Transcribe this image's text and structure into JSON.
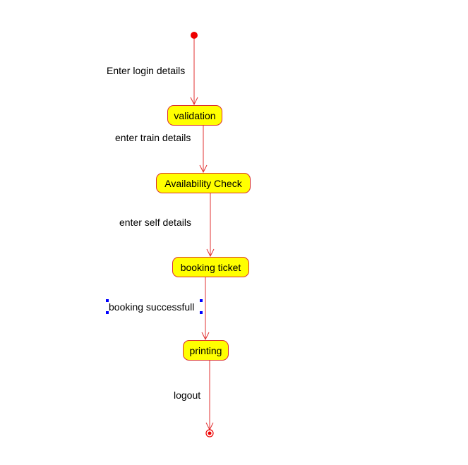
{
  "diagram": {
    "type": "state-diagram",
    "colors": {
      "state_fill": "#ffff00",
      "state_border": "#d93030",
      "transition_line": "#e03030",
      "start_node": "#ee0000",
      "end_node": "#ee0000",
      "selection_handle": "#0000ff"
    },
    "states": {
      "validation": "validation",
      "availability": "Availability Check",
      "booking": "booking ticket",
      "printing": "printing"
    },
    "transitions": {
      "login": "Enter login details",
      "train": "enter train details",
      "self": "enter self details",
      "success": "booking successfull",
      "logout": "logout"
    }
  }
}
